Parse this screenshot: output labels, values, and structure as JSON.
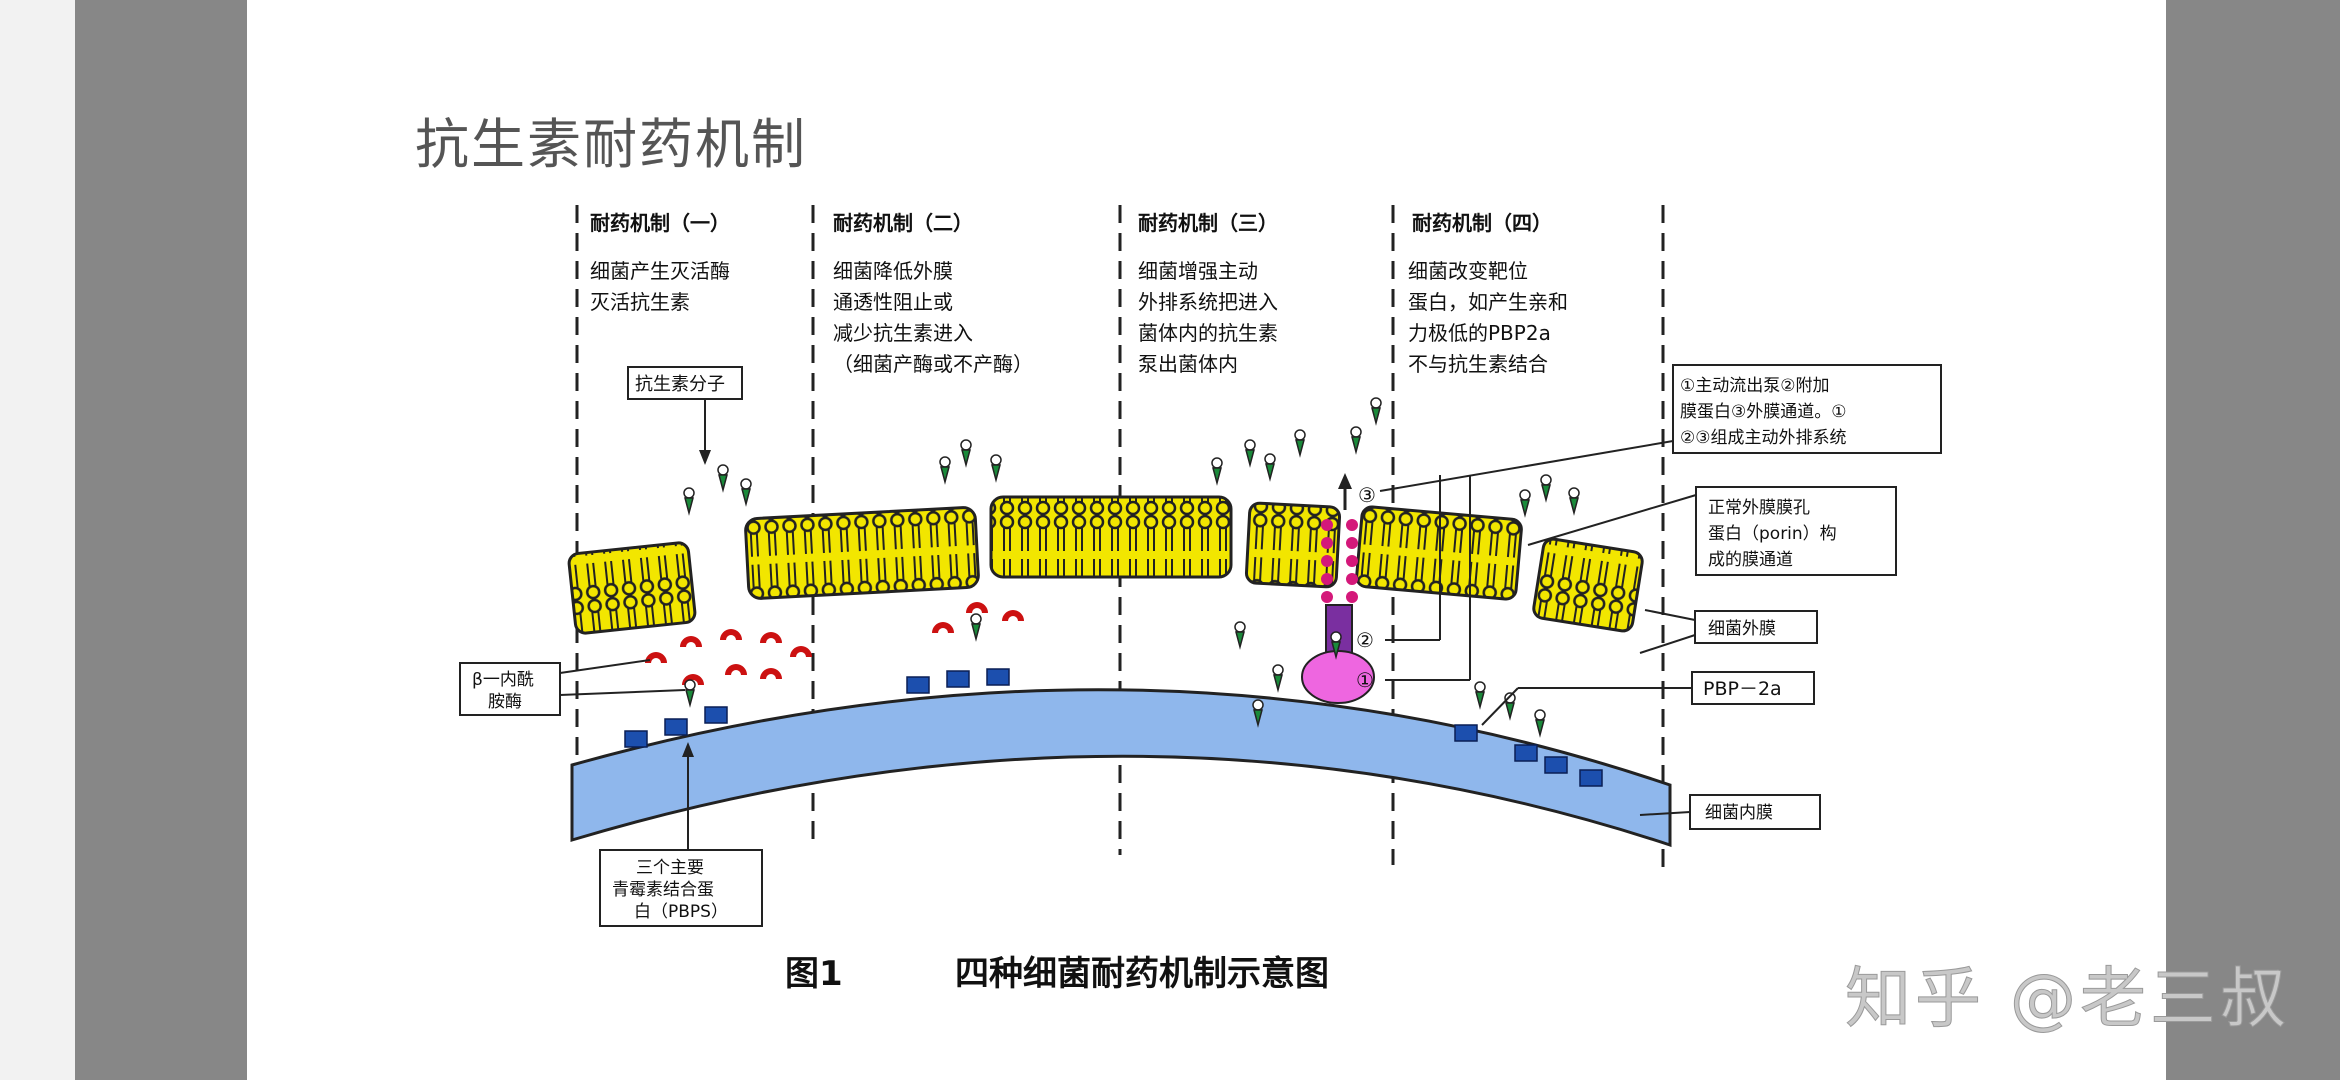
{
  "slide": {
    "title": "抗生素耐药机制"
  },
  "mechanisms": [
    {
      "heading": "耐药机制（一）",
      "lines": [
        "细菌产生灭活酶",
        "灭活抗生素"
      ]
    },
    {
      "heading": "耐药机制（二）",
      "lines": [
        "细菌降低外膜",
        "通透性阻止或",
        "减少抗生素进入",
        "（细菌产酶或不产酶）"
      ]
    },
    {
      "heading": "耐药机制（三）",
      "lines": [
        "细菌增强主动",
        "外排系统把进入",
        "菌体内的抗生素",
        "泵出菌体内"
      ]
    },
    {
      "heading": "耐药机制（四）",
      "lines": [
        "细菌改变靶位",
        "蛋白，如产生亲和",
        "力极低的PBP2a",
        "不与抗生素结合"
      ]
    }
  ],
  "labels": {
    "antibiotic": "抗生素分子",
    "beta_lactamase": [
      "β一内酰",
      "胺酶"
    ],
    "pbps": [
      "三个主要",
      "青霉素结合蛋",
      "白（PBPS）"
    ],
    "efflux_note": [
      "①主动流出泵②附加",
      "膜蛋白③外膜通道。①",
      "②③组成主动外排系统"
    ],
    "porin": [
      "正常外膜膜孔",
      "蛋白（porin）构",
      "成的膜通道"
    ],
    "outer_membrane": "细菌外膜",
    "pbp2a": "PBP－2a",
    "inner_membrane": "细菌内膜",
    "circle1": "①",
    "circle2": "②",
    "circle3": "③"
  },
  "caption": {
    "fig": "图1",
    "text": "四种细菌耐药机制示意图"
  },
  "watermark": "知乎 @老三叔",
  "colors": {
    "membrane_yellow": "#f2e600",
    "inner_blue": "#8fb7ec",
    "pbp_blue": "#1c4fae",
    "enzyme_red": "#cc1111",
    "pump_pink": "#ee66e0",
    "pump_purple": "#7a2fa0",
    "antibiotic_green": "#1a8a3a"
  }
}
